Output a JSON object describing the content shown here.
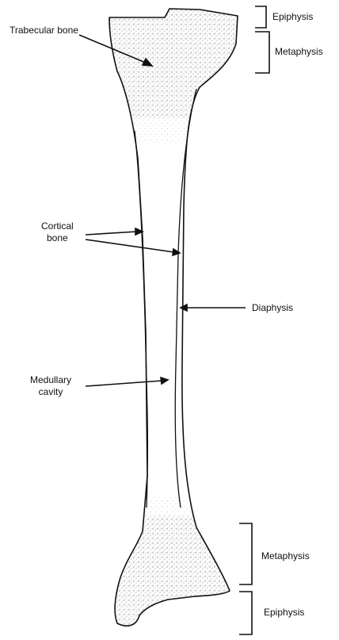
{
  "labels": {
    "trabecular_bone": "Trabecular bone",
    "epiphysis_top": "Epiphysis",
    "metaphysis_top": "Metaphysis",
    "cortical_bone": "Cortical\nbone",
    "diaphysis": "Diaphysis",
    "medullary_cavity": "Medullary\ncavity",
    "metaphysis_bottom": "Metaphysis",
    "epiphysis_bottom": "Epiphysis"
  },
  "colors": {
    "ink": "#111111",
    "stipple": "#8a8a8a",
    "background": "#ffffff"
  }
}
